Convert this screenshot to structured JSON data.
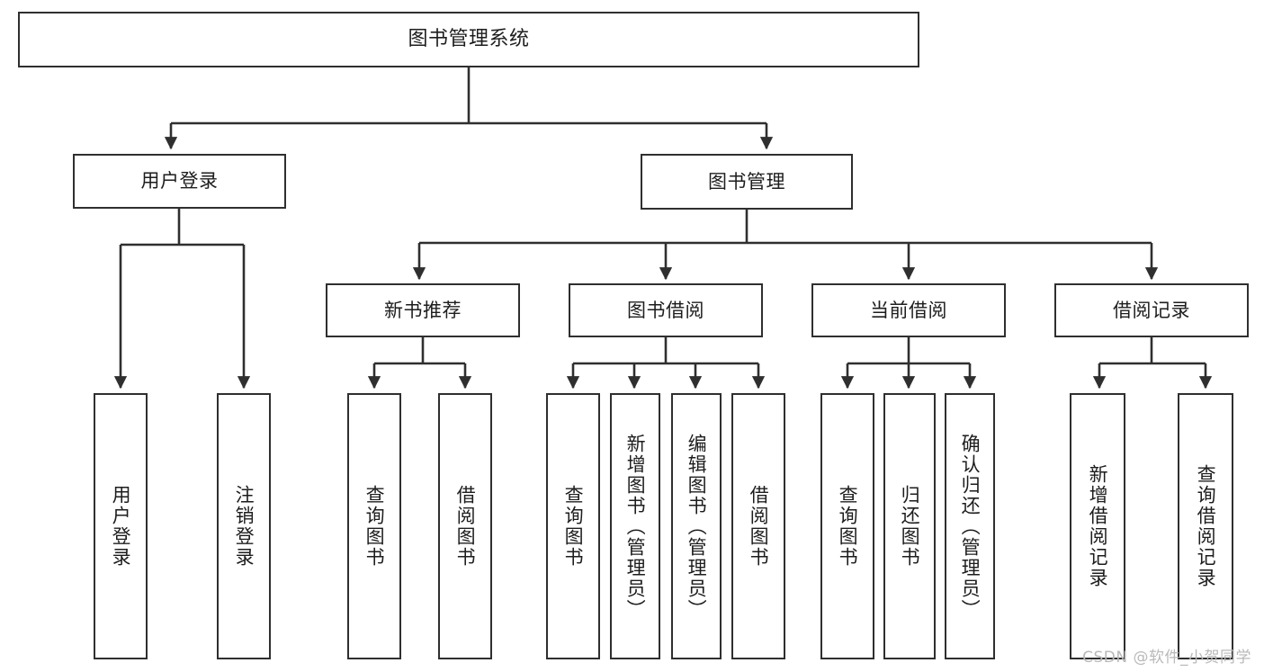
{
  "diagram": {
    "title": "图书管理系统",
    "type": "tree",
    "watermark": "CSDN @软件_小贺同学",
    "colors": {
      "box_border": "#2f2f2f",
      "box_fill": "#ffffff",
      "connector": "#2f2f2f",
      "text": "#1d1d1d",
      "watermark": "#b9b9b9"
    },
    "nodes": {
      "root": {
        "label": "图书管理系统",
        "level": 1
      },
      "l2": [
        {
          "label": "用户登录",
          "level": 2
        },
        {
          "label": "图书管理",
          "level": 2
        }
      ],
      "l3": [
        {
          "label": "新书推荐",
          "level": 3
        },
        {
          "label": "图书借阅",
          "level": 3
        },
        {
          "label": "当前借阅",
          "level": 3
        },
        {
          "label": "借阅记录",
          "level": 3
        }
      ],
      "leaves": [
        {
          "label": "用户登录",
          "parent": "用户登录"
        },
        {
          "label": "注销登录",
          "parent": "用户登录"
        },
        {
          "label": "查询图书",
          "parent": "新书推荐"
        },
        {
          "label": "借阅图书",
          "parent": "新书推荐"
        },
        {
          "label": "查询图书",
          "parent": "图书借阅"
        },
        {
          "label": "新增图书（管理员）",
          "parent": "图书借阅"
        },
        {
          "label": "编辑图书（管理员）",
          "parent": "图书借阅"
        },
        {
          "label": "借阅图书",
          "parent": "图书借阅"
        },
        {
          "label": "查询图书",
          "parent": "当前借阅"
        },
        {
          "label": "归还图书",
          "parent": "当前借阅"
        },
        {
          "label": "确认归还（管理员）",
          "parent": "当前借阅"
        },
        {
          "label": "新增借阅记录",
          "parent": "借阅记录"
        },
        {
          "label": "查询借阅记录",
          "parent": "借阅记录"
        }
      ]
    }
  }
}
